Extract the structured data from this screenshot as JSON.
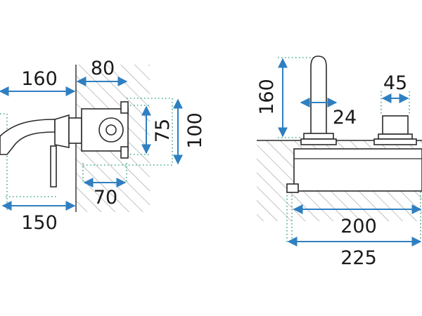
{
  "side_view": {
    "dimensions": {
      "spout_projection": "160",
      "wall_depth": "80",
      "plate_height_inner": "75",
      "plate_height_outer": "100",
      "body_depth": "70",
      "spout_reach": "150"
    }
  },
  "top_view": {
    "dimensions": {
      "spout_height": "160",
      "handle_width": "45",
      "spout_diameter": "24",
      "box_width_inner": "200",
      "box_width_outer": "225"
    }
  },
  "colors": {
    "dimension_line": "#2f7fc1",
    "extension_line": "#3aa88c",
    "outline": "#2a2a2a"
  }
}
